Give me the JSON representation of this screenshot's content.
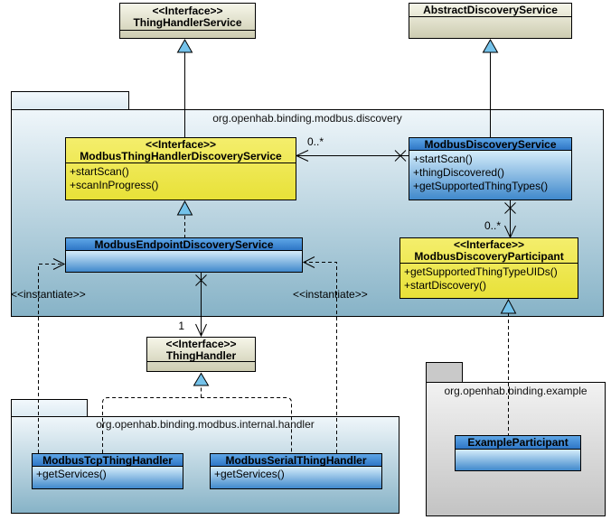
{
  "diagram": {
    "external_types": {
      "thing_handler_service": {
        "stereotype": "<<Interface>>",
        "name": "ThingHandlerService"
      },
      "abstract_discovery_service": {
        "name": "AbstractDiscoveryService"
      },
      "thing_handler": {
        "stereotype": "<<Interface>>",
        "name": "ThingHandler"
      }
    },
    "packages": {
      "discovery": {
        "name": "org.openhab.binding.modbus.discovery"
      },
      "handler": {
        "name": "org.openhab.binding.modbus.internal.handler"
      },
      "example": {
        "name": "org.openhab.binding.example"
      }
    },
    "classes": {
      "modbus_thing_handler_discovery_service": {
        "stereotype": "<<Interface>>",
        "name": "ModbusThingHandlerDiscoveryService",
        "methods": [
          "+startScan()",
          "+scanInProgress()"
        ]
      },
      "modbus_discovery_service": {
        "name": "ModbusDiscoveryService",
        "methods": [
          "+startScan()",
          "+thingDiscovered()",
          "+getSupportedThingTypes()"
        ]
      },
      "modbus_endpoint_discovery_service": {
        "name": "ModbusEndpointDiscoveryService"
      },
      "modbus_discovery_participant": {
        "stereotype": "<<Interface>>",
        "name": "ModbusDiscoveryParticipant",
        "methods": [
          "+getSupportedThingTypeUIDs()",
          "+startDiscovery()"
        ]
      },
      "modbus_tcp_thing_handler": {
        "name": "ModbusTcpThingHandler",
        "methods": [
          "+getServices()"
        ]
      },
      "modbus_serial_thing_handler": {
        "name": "ModbusSerialThingHandler",
        "methods": [
          "+getServices()"
        ]
      },
      "example_participant": {
        "name": "ExampleParticipant"
      }
    },
    "edge_labels": {
      "assoc_thdservice_multiplicity": "0..*",
      "assoc_participant_multiplicity": "0..*",
      "assoc_thinghandler_multiplicity": "1",
      "instantiate_left": "<<instantiate>>",
      "instantiate_right": "<<instantiate>>"
    },
    "colors": {
      "class_header_blue": "#3a7fc8",
      "class_body_blue_top": "#d5edfa",
      "class_body_blue_bottom": "#4089cc",
      "interface_yellow": "#eee84a",
      "external_tan": "#e4e3cf",
      "package_blue_bottom": "#87b3c7",
      "package_gray_bottom": "#c3c3c3",
      "arrow_triangle_fill": "#74c2ea"
    }
  }
}
